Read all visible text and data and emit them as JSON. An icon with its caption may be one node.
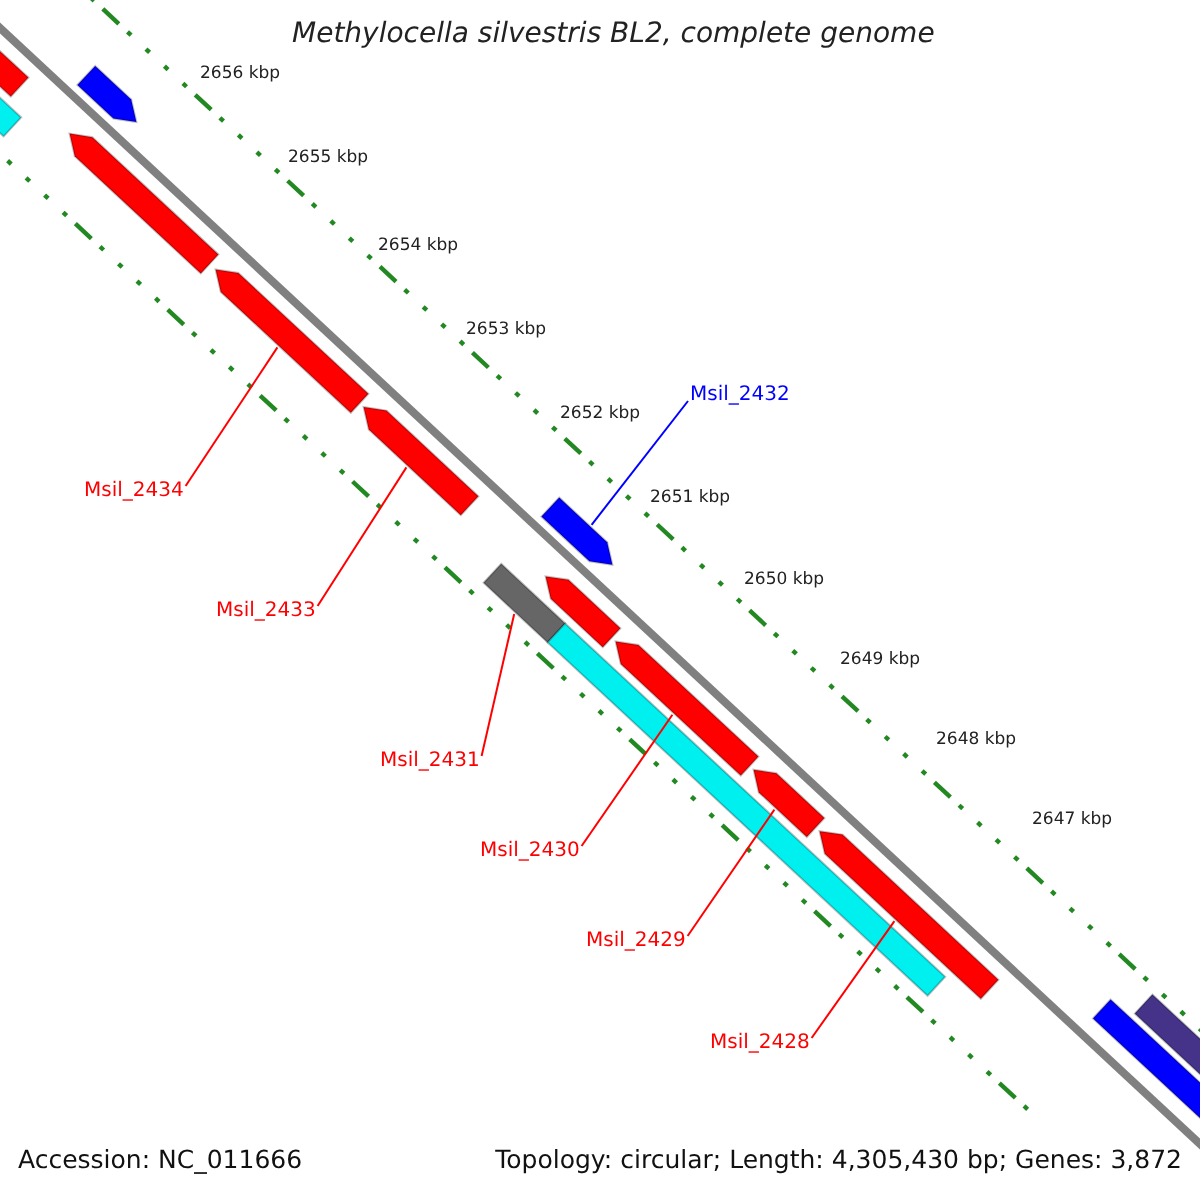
{
  "diagram": {
    "title": "Methylocella silvestris BL2, complete genome",
    "nodes": [
      {
        "text": [
          "Msil_2432"
        ]
      },
      {
        "text": [],
        "shape": "arrow"
      },
      {
        "text": [
          "Msil_2434"
        ]
      },
      {
        "text": [],
        "shape": "arrow"
      },
      {
        "text": [
          "Msil_2433"
        ]
      },
      {
        "text": [],
        "shape": "arrow"
      },
      {
        "text": [
          "Msil_2431"
        ]
      },
      {
        "text": [],
        "shape": "box"
      },
      {
        "text": [
          "Msil_2430"
        ]
      },
      {
        "text": [],
        "shape": "arrow"
      },
      {
        "text": [
          "Msil_2429"
        ]
      },
      {
        "text": [],
        "shape": "arrow"
      },
      {
        "text": [
          "Msil_2428"
        ]
      },
      {
        "text": [],
        "shape": "arrow"
      },
      {
        "text": [],
        "shape": "arrow"
      },
      {
        "text": [],
        "shape": "box"
      },
      {
        "text": [],
        "shape": "arrow"
      },
      {
        "text": [],
        "shape": "arrow"
      },
      {
        "text": [],
        "shape": "arrow"
      },
      {
        "text": [],
        "shape": "box"
      },
      {
        "text": [],
        "shape": "arrow"
      },
      {
        "text": [],
        "shape": "arrow"
      }
    ],
    "edges": [
      {
        "from": 0,
        "to": 1,
        "arrow": "none",
        "color": "#0000ff"
      },
      {
        "from": 2,
        "to": 3,
        "arrow": "none"
      },
      {
        "from": 4,
        "to": 5,
        "arrow": "none"
      },
      {
        "from": 6,
        "to": 7,
        "arrow": "none"
      },
      {
        "from": 8,
        "to": 9,
        "arrow": "none"
      },
      {
        "from": 10,
        "to": 11,
        "arrow": "none"
      },
      {
        "from": 12,
        "to": 13,
        "arrow": "none"
      }
    ],
    "labels": [
      "2656 kbp",
      "2655 kbp",
      "2654 kbp",
      "2653 kbp",
      "2652 kbp",
      "2651 kbp",
      "2650 kbp",
      "2649 kbp",
      "2648 kbp",
      "2647 kbp",
      "Accession: NC_011666",
      "Topology: circular; Length: 4,305,430 bp; Genes: 3,872"
    ]
  }
}
